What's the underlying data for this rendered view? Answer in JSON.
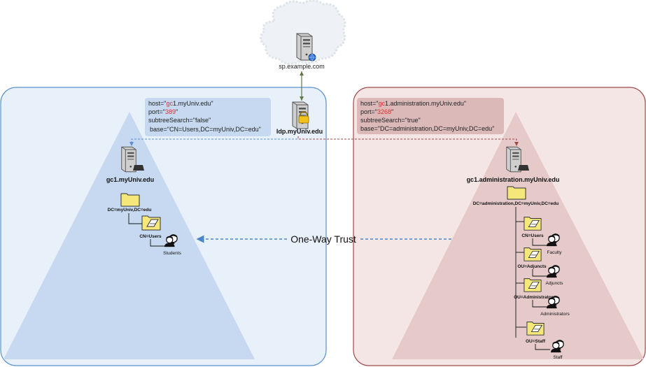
{
  "sp": {
    "label": "sp.example.com"
  },
  "idp": {
    "label": "Idp.myUniv.edu"
  },
  "left_config": {
    "host_prefix": "host=\"",
    "host_red": "gc",
    "host_rest": "1.myUniv.edu\"",
    "port_prefix": "port=\"",
    "port_red": "389",
    "port_suffix": "\"",
    "subtree": "subtreeSearch=\"false\"",
    "base": "base=\"CN=Users,DC=myUniv,DC=edu\""
  },
  "right_config": {
    "host_prefix": "host=\"",
    "host_red": "gc",
    "host_rest": "1.administration.myUniv.edu\"",
    "port_prefix": "port=\"",
    "port_red": "3268",
    "port_suffix": "\"",
    "subtree": "subtreeSearch=\"true\"",
    "base": "base=\"DC=administration,DC=myUniv,DC=edu\""
  },
  "left_tree": {
    "server": "gc1.myUniv.edu",
    "root_dn": "DC=myUniv,DC=edu",
    "ou": "CN=Users",
    "group": "Students"
  },
  "right_tree": {
    "server": "gc1.administration.myUniv.edu",
    "root_dn": "DC=administration,DC=myUniv,DC=edu",
    "ous": [
      {
        "label": "CN=Users",
        "group": "Faculty"
      },
      {
        "label": "OU=Adjuncts",
        "group": "Adjuncts"
      },
      {
        "label": "OU=Administrators",
        "group": "Administrators"
      },
      {
        "label": "OU=Staff",
        "group": "Staff"
      }
    ]
  },
  "trust": {
    "label": "One-Way Trust"
  },
  "colors": {
    "left_fill": "#e8f0fa",
    "left_border": "#5b8fcf",
    "left_triangle": "#c6d9f0",
    "left_box": "#c6d9f0",
    "right_fill": "#f5e6e6",
    "right_border": "#a0484a",
    "right_triangle": "#e6caca",
    "right_box": "#dbb9b9",
    "trust_arrow": "#4a86c8",
    "red_text": "#e03030",
    "folder": "#f5e77a"
  },
  "icons": [
    "server-icon",
    "lock-icon",
    "globe-icon",
    "folder-icon",
    "group-icon",
    "cloud-icon"
  ]
}
